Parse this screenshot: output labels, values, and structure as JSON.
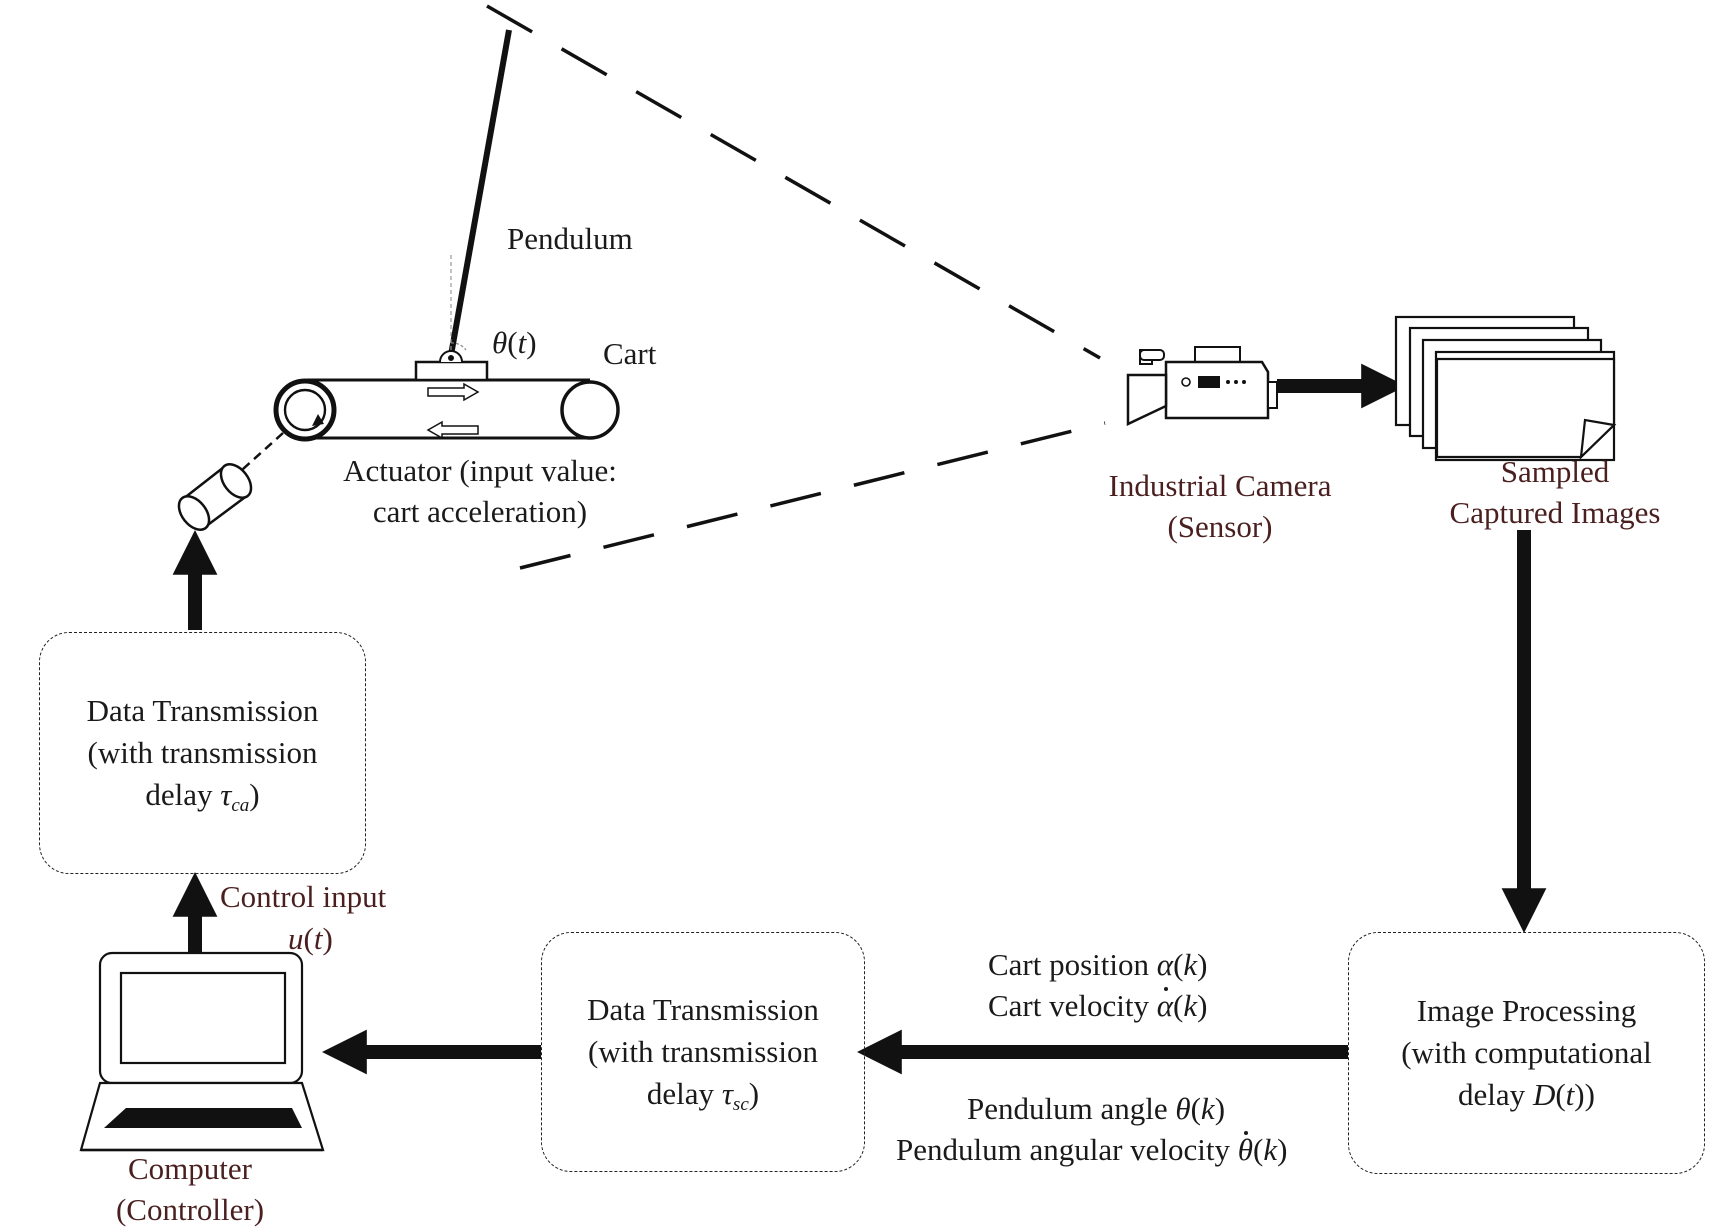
{
  "labels": {
    "pendulum": "Pendulum",
    "theta": "θ",
    "theta_arg": "t",
    "cart": "Cart",
    "actuator_line1": "Actuator (input value:",
    "actuator_line2": "cart acceleration)",
    "camera_line1": "Industrial Camera",
    "camera_line2": "(Sensor)",
    "images_line1": "Sampled",
    "images_line2": "Captured Images",
    "control_input": "Control input",
    "u": "u",
    "u_arg": "t",
    "computer_line1": "Computer",
    "computer_line2": "(Controller)",
    "cart_position": "Cart position ",
    "alpha": "α",
    "k": "k",
    "cart_velocity": "Cart velocity ",
    "pendulum_angle": "Pendulum angle ",
    "pendulum_angular_velocity": "Pendulum angular velocity "
  },
  "boxes": {
    "tx_ca": {
      "line1": "Data Transmission",
      "line2": "(with transmission",
      "line3_prefix": "delay ",
      "tau": "τ",
      "sub": "ca"
    },
    "tx_sc": {
      "line1": "Data Transmission",
      "line2": "(with transmission",
      "line3_prefix": "delay ",
      "tau": "τ",
      "sub": "sc"
    },
    "image_processing": {
      "line1": "Image Processing",
      "line2": "(with computational",
      "line3_prefix": "delay ",
      "D": "D",
      "arg": "t"
    }
  },
  "colors": {
    "ink": "#1a1a1a",
    "label_maroon": "#4a1f1f"
  }
}
